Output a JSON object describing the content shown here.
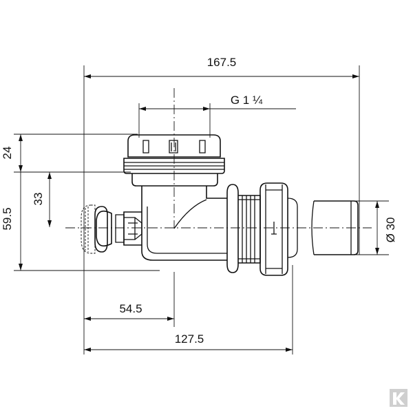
{
  "dimensions": {
    "overall_length": "167.5",
    "thread": "G 1 ¼",
    "height_top": "24",
    "height_total": "59.5",
    "height_axis": "33",
    "diameter": "Ø 30",
    "offset_axis": "54.5",
    "body_length": "127.5"
  },
  "brand": {
    "logo_text": "K"
  },
  "colors": {
    "line": "#111111",
    "logo": "#cfcfcf"
  }
}
